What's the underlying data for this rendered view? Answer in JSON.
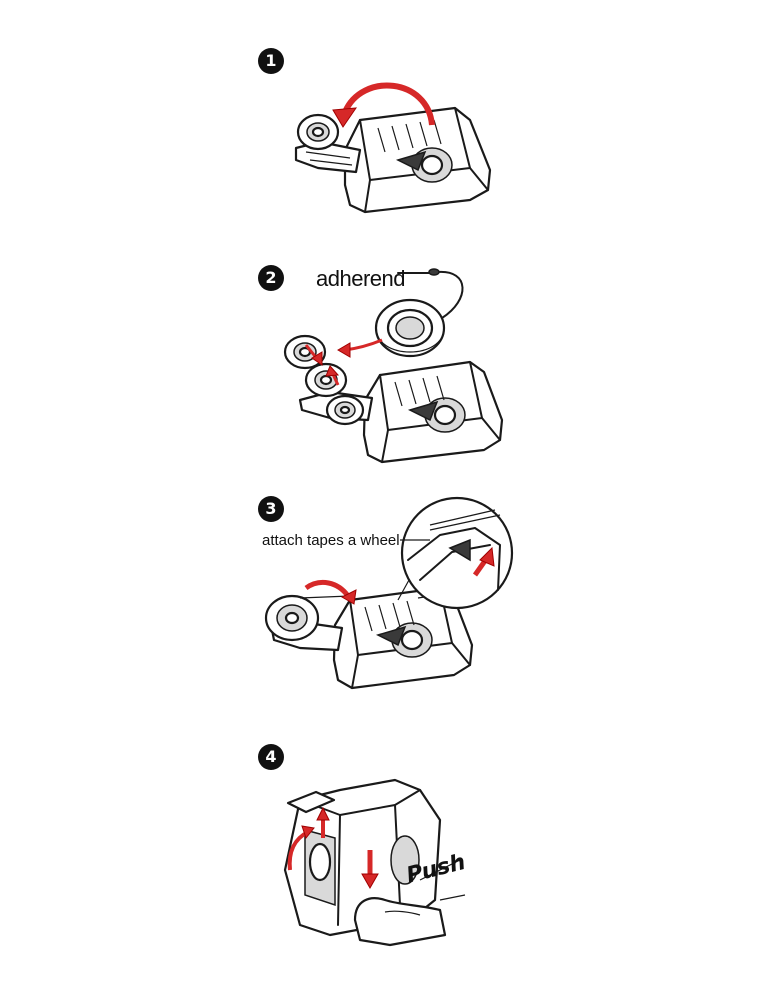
{
  "steps": [
    {
      "number": "1"
    },
    {
      "number": "2",
      "callout": "adherend"
    },
    {
      "number": "3",
      "callout": "attach tapes a wheel"
    },
    {
      "number": "4",
      "callout": "Push"
    }
  ],
  "colors": {
    "arrow": "#d62828",
    "line": "#1a1a1a",
    "badge": "#111111"
  }
}
